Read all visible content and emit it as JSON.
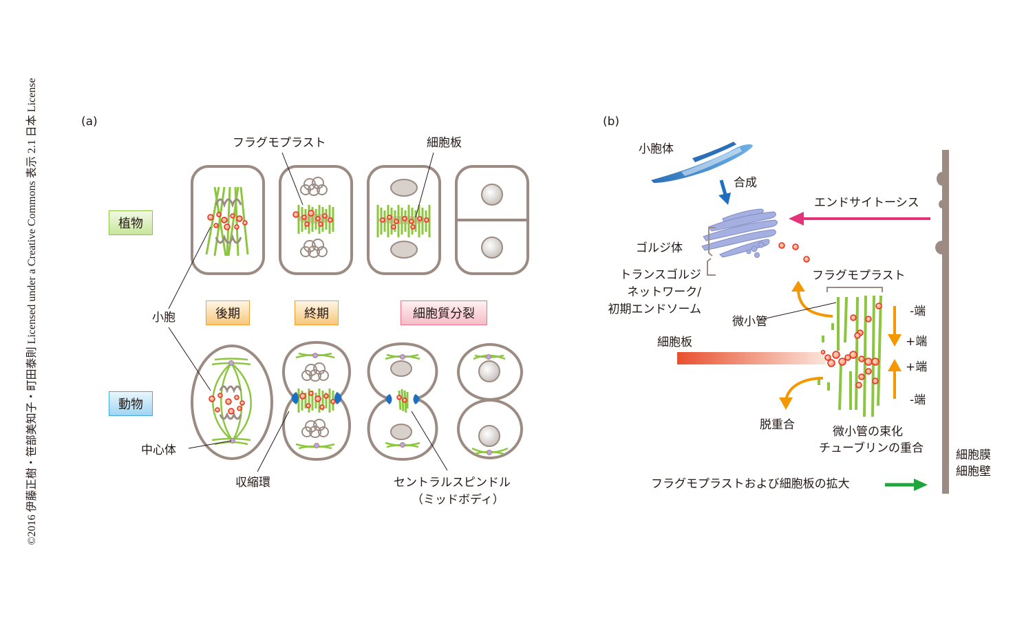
{
  "credit": "©2016 伊藤正樹・笹部美知子・町田泰則 Licensed under a Creative Commons 表示 2.1 日本 License",
  "panel_a": {
    "label": "(a)",
    "rows": {
      "plant": "植物",
      "animal": "動物"
    },
    "phases": {
      "anaphase": "後期",
      "telophase": "終期",
      "cytokinesis": "細胞質分裂"
    },
    "callouts": {
      "phragmoplast": "フラグモプラスト",
      "cell_plate": "細胞板",
      "vesicle": "小胞",
      "centrosome": "中心体",
      "contractile_ring": "収縮環",
      "central_spindle": "セントラルスピンドル",
      "midbody": "（ミッドボディ）"
    }
  },
  "panel_b": {
    "label": "(b)",
    "er": "小胞体",
    "synthesis": "合成",
    "golgi": "ゴルジ体",
    "tgn_line1": "トランスゴルジ",
    "tgn_line2": "ネットワーク/",
    "tgn_line3": "初期エンドソーム",
    "endocytosis": "エンドサイトーシス",
    "phragmoplast": "フラグモプラスト",
    "microtubule": "微小管",
    "cell_plate": "細胞板",
    "minus_end": "-端",
    "plus_end": "+端",
    "depolymerization": "脱重合",
    "bundling_line1": "微小管の束化",
    "bundling_line2": "チューブリンの重合",
    "membrane_line1": "細胞膜",
    "membrane_line2": "細胞壁",
    "expansion": "フラグモプラストおよび細胞板の拡大"
  },
  "colors": {
    "cell_outline": "#9b8b82",
    "microtubule": "#8cc63f",
    "vesicle": "#e8301e",
    "contractile_ring": "#1e6fc0",
    "centrosome": "#c9a0dc",
    "er": "#2a7cc7",
    "golgi": "#8e9bd6",
    "endocytosis_arrow": "#e5337a",
    "dynamics_arrow": "#f39800",
    "expansion_arrow": "#1ea53c",
    "cell_plate_gradient": "#e8502e"
  }
}
